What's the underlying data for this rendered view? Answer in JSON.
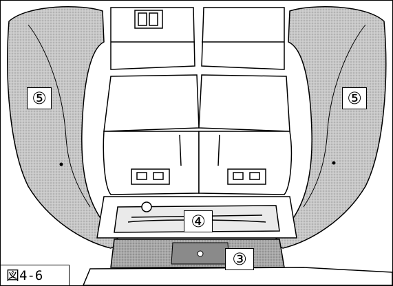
{
  "callouts": {
    "left_panel": "⑤",
    "right_panel": "⑤",
    "floor_box": "④",
    "sill_plate": "③"
  },
  "figure_label": "図4-6",
  "colors": {
    "ink": "#000000",
    "panel": "#bdbdbd",
    "paper": "#ffffff"
  }
}
